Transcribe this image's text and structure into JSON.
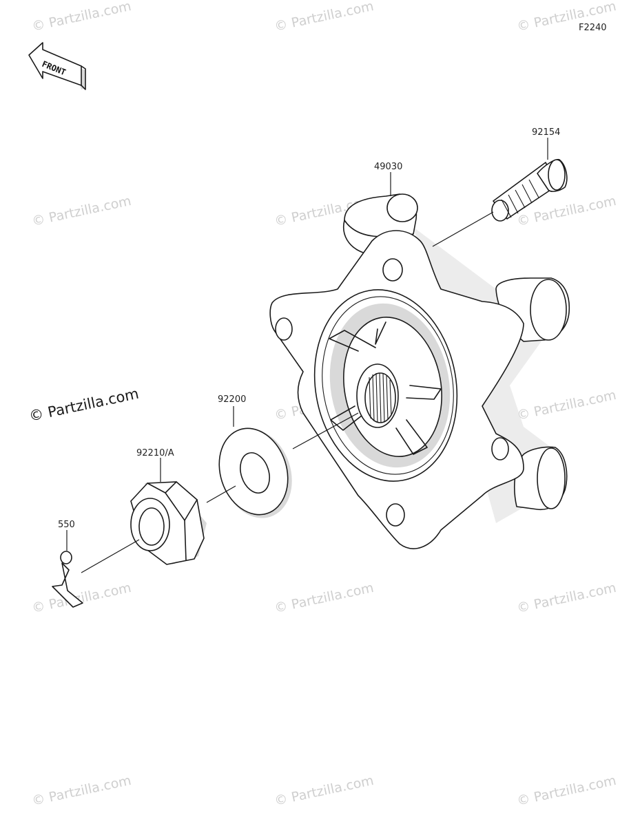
{
  "figure_code": "F2240",
  "front_label": "FRONT",
  "copyright_watermark": "© Partzilla.com",
  "parts": {
    "hub": "49030",
    "stud": "92154",
    "washer": "92200",
    "nut": "92210/A",
    "cotter_pin": "550"
  }
}
